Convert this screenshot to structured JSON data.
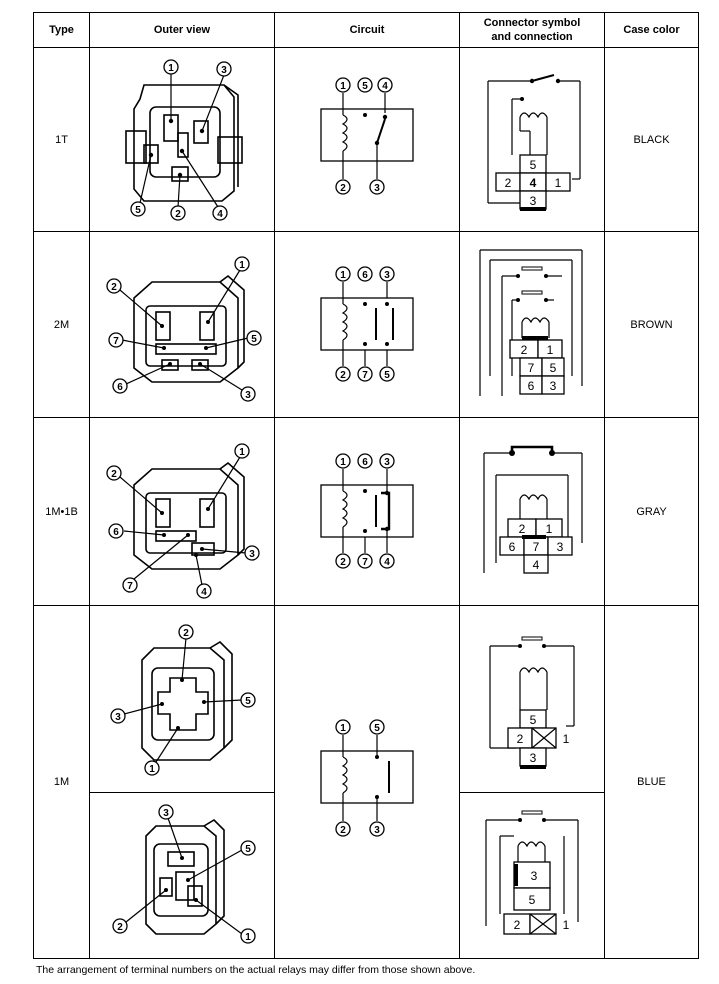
{
  "headers": {
    "type": "Type",
    "outer_view": "Outer view",
    "circuit": "Circuit",
    "connector_line1": "Connector symbol",
    "connector_line2": "and connection",
    "case_color": "Case color"
  },
  "rows": [
    {
      "type": "1T",
      "color": "BLACK"
    },
    {
      "type": "2M",
      "color": "BROWN"
    },
    {
      "type": "1M•1B",
      "color": "GRAY"
    },
    {
      "type": "1M",
      "color": "BLUE"
    }
  ],
  "circuit_terminals": {
    "t1": {
      "top": [
        "1",
        "5",
        "4"
      ],
      "bottom": [
        "2",
        "3"
      ]
    },
    "t2": {
      "top": [
        "1",
        "6",
        "3"
      ],
      "bottom": [
        "2",
        "7",
        "5"
      ]
    },
    "t3": {
      "top": [
        "1",
        "6",
        "3"
      ],
      "bottom": [
        "2",
        "7",
        "4"
      ]
    },
    "t4": {
      "top": [
        "1",
        "5"
      ],
      "bottom": [
        "2",
        "3"
      ]
    }
  },
  "outer_labels": {
    "t1": [
      "1",
      "3",
      "5",
      "2",
      "4"
    ],
    "t2": [
      "2",
      "1",
      "7",
      "5",
      "6",
      "3"
    ],
    "t3": [
      "2",
      "1",
      "6",
      "3",
      "7",
      "4"
    ],
    "t4a": [
      "2",
      "5",
      "3",
      "1"
    ],
    "t4b": [
      "3",
      "5",
      "2",
      "1"
    ]
  },
  "connector_cells": {
    "t1": [
      "5",
      "2",
      "4",
      "1",
      "3"
    ],
    "t2": [
      "2",
      "1",
      "7",
      "5",
      "6",
      "3"
    ],
    "t3": [
      "2",
      "1",
      "6",
      "7",
      "3",
      "4"
    ],
    "t4a": [
      "5",
      "2",
      "1",
      "3"
    ],
    "t4b": [
      "3",
      "5",
      "2",
      "1"
    ]
  },
  "footnote": "The arrangement of terminal numbers on the actual relays may differ from those shown above."
}
